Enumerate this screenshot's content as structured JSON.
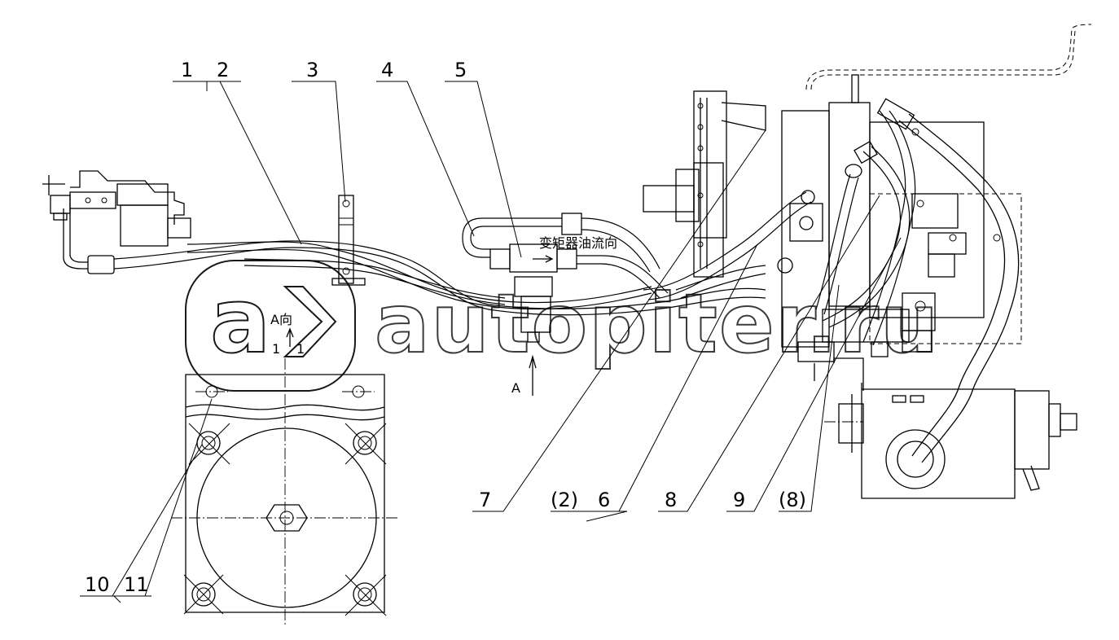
{
  "diagram": {
    "callouts": [
      {
        "id": "c1",
        "text": "1"
      },
      {
        "id": "c2",
        "text": "2"
      },
      {
        "id": "c3",
        "text": "3"
      },
      {
        "id": "c4",
        "text": "4"
      },
      {
        "id": "c5",
        "text": "5"
      },
      {
        "id": "c6",
        "text": "6"
      },
      {
        "id": "c2b",
        "text": "(2)"
      },
      {
        "id": "c7",
        "text": "7"
      },
      {
        "id": "c8",
        "text": "8"
      },
      {
        "id": "c9",
        "text": "9"
      },
      {
        "id": "c8b",
        "text": "(8)"
      },
      {
        "id": "c10",
        "text": "10"
      },
      {
        "id": "c11",
        "text": "11"
      }
    ],
    "flow_label": "变矩器油流向",
    "view_label": "A向",
    "view_marker": "A",
    "section_marks": [
      "1",
      "1"
    ]
  },
  "watermark": {
    "text": "autopiter.ru",
    "logo_letter": "a"
  }
}
